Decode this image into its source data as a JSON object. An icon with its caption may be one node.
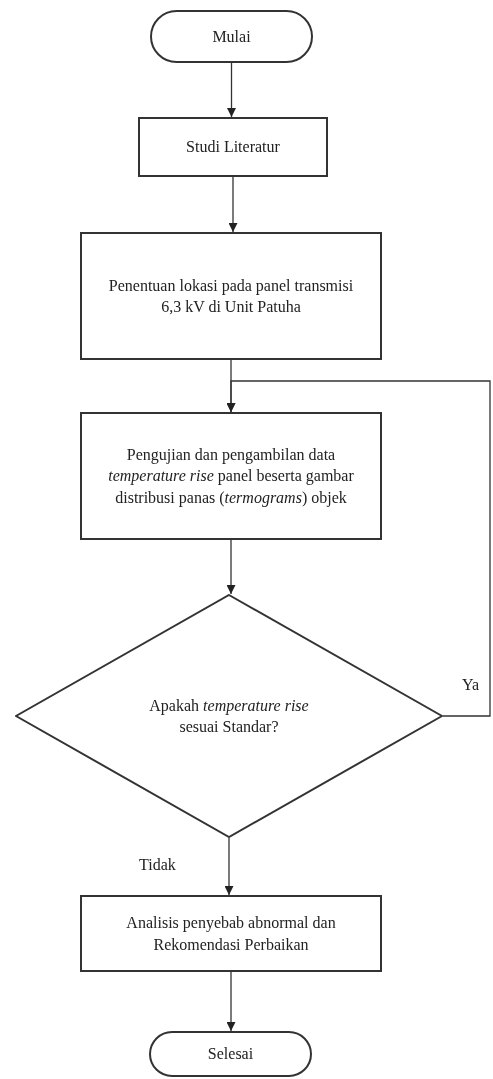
{
  "diagram": {
    "nodes": [
      {
        "text": [
          "Mulai"
        ]
      },
      {
        "text": [
          "Studi Literatur"
        ]
      },
      {
        "text": [
          "Penentuan lokasi pada panel transmisi 6,3 kV di Unit Patuha"
        ]
      },
      {
        "text": [
          "Pengujian dan pengambilan data *temperature rise* panel beserta gambar distribusi panas (*termograms*) objek"
        ]
      },
      {
        "text": [
          "Apakah *temperature rise* sesuai Standar?"
        ]
      },
      {
        "text": [
          "Analisis penyebab abnormal dan Rekomendasi Perbaikan"
        ]
      },
      {
        "text": [
          "Selesai"
        ]
      }
    ],
    "edges": [
      {
        "from": 0,
        "to": 1,
        "arrow": "to"
      },
      {
        "from": 1,
        "to": 2,
        "arrow": "to"
      },
      {
        "from": 2,
        "to": 3,
        "arrow": "to"
      },
      {
        "from": 3,
        "to": 4,
        "arrow": "to"
      },
      {
        "from": 4,
        "to": 3,
        "arrow": "to",
        "label": "Ya"
      },
      {
        "from": 4,
        "to": 5,
        "arrow": "to",
        "label": "Tidak"
      },
      {
        "from": 5,
        "to": 6,
        "arrow": "to"
      }
    ]
  }
}
